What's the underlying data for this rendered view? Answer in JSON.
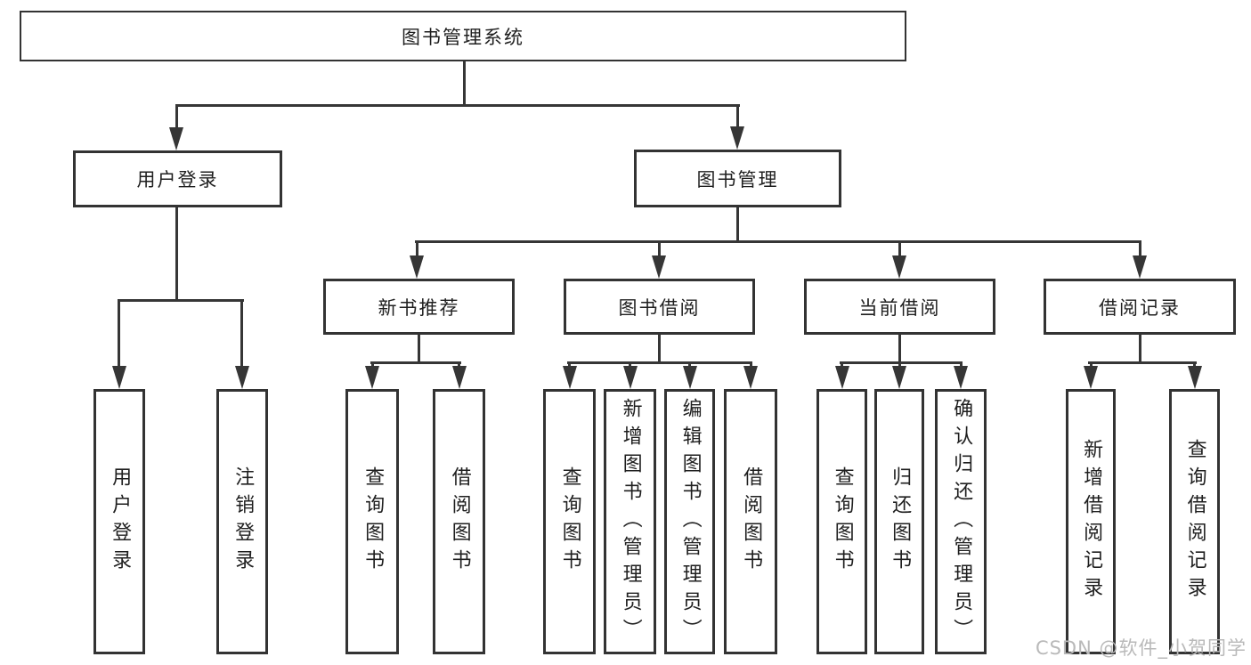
{
  "diagram": {
    "root": {
      "label": "图书管理系统"
    },
    "level2": {
      "user_login": {
        "label": "用户登录"
      },
      "book_management": {
        "label": "图书管理"
      }
    },
    "level3": {
      "new_book_recommend": {
        "label": "新书推荐"
      },
      "book_borrow": {
        "label": "图书借阅"
      },
      "current_borrow": {
        "label": "当前借阅"
      },
      "borrow_records": {
        "label": "借阅记录"
      }
    },
    "leaves": {
      "user_login": [
        "用户登录",
        "注销登录"
      ],
      "new_book_recommend": [
        "查询图书",
        "借阅图书"
      ],
      "book_borrow": [
        "查询图书",
        "新增图书（管理员）",
        "编辑图书（管理员）",
        "借阅图书"
      ],
      "current_borrow": [
        "查询图书",
        "归还图书",
        "确认归还（管理员）"
      ],
      "borrow_records": [
        "新增借阅记录",
        "查询借阅记录"
      ]
    },
    "watermark": "CSDN @软件_小贺同学",
    "colors": {
      "line": "#363636",
      "box_border": "#333333",
      "text": "#1f1f1f",
      "watermark": "#b9b9b9",
      "background": "#ffffff"
    }
  }
}
